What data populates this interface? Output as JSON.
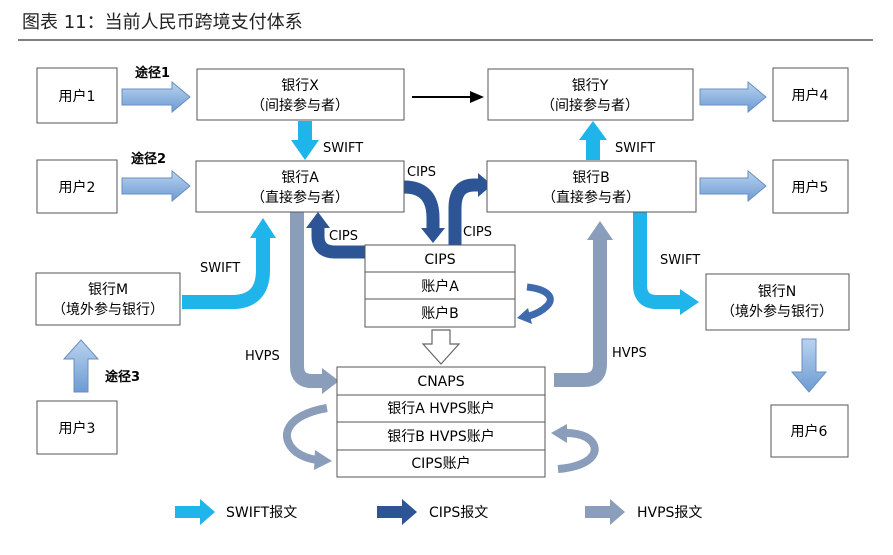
{
  "title": "图表 11：当前人民币跨境支付体系",
  "colors": {
    "swift": "#1fb4ea",
    "cips": "#2d5596",
    "hvps": "#8a9dba",
    "box_border": "#555555",
    "line": "#000000"
  },
  "nodes": {
    "user1": "用户1",
    "user2": "用户2",
    "user3": "用户3",
    "user4": "用户4",
    "user5": "用户5",
    "user6": "用户6",
    "bank_x": [
      "银行X",
      "（间接参与者）"
    ],
    "bank_y": [
      "银行Y",
      "（间接参与者）"
    ],
    "bank_a": [
      "银行A",
      "（直接参与者）"
    ],
    "bank_b": [
      "银行B",
      "（直接参与者）"
    ],
    "bank_m": [
      "银行M",
      "（境外参与银行）"
    ],
    "bank_n": [
      "银行N",
      "（境外参与银行）"
    ],
    "cips_system": [
      "CIPS",
      "账户A",
      "账户B"
    ],
    "cnaps_system": [
      "CNAPS",
      "银行A HVPS账户",
      "银行B HVPS账户",
      "CIPS账户"
    ]
  },
  "labels": {
    "route1": "途径1",
    "route2": "途径2",
    "route3": "途径3",
    "swift_x_a": "SWIFT",
    "swift_b_y": "SWIFT",
    "swift_m_a": "SWIFT",
    "swift_b_n": "SWIFT",
    "cips_a_top": "CIPS",
    "cips_to_a": "CIPS",
    "cips_to_b": "CIPS",
    "hvps_left": "HVPS",
    "hvps_right": "HVPS"
  },
  "legend": [
    {
      "label": "SWIFT报文",
      "color": "#1fb4ea"
    },
    {
      "label": "CIPS报文",
      "color": "#2d5596"
    },
    {
      "label": "HVPS报文",
      "color": "#8a9dba"
    }
  ]
}
